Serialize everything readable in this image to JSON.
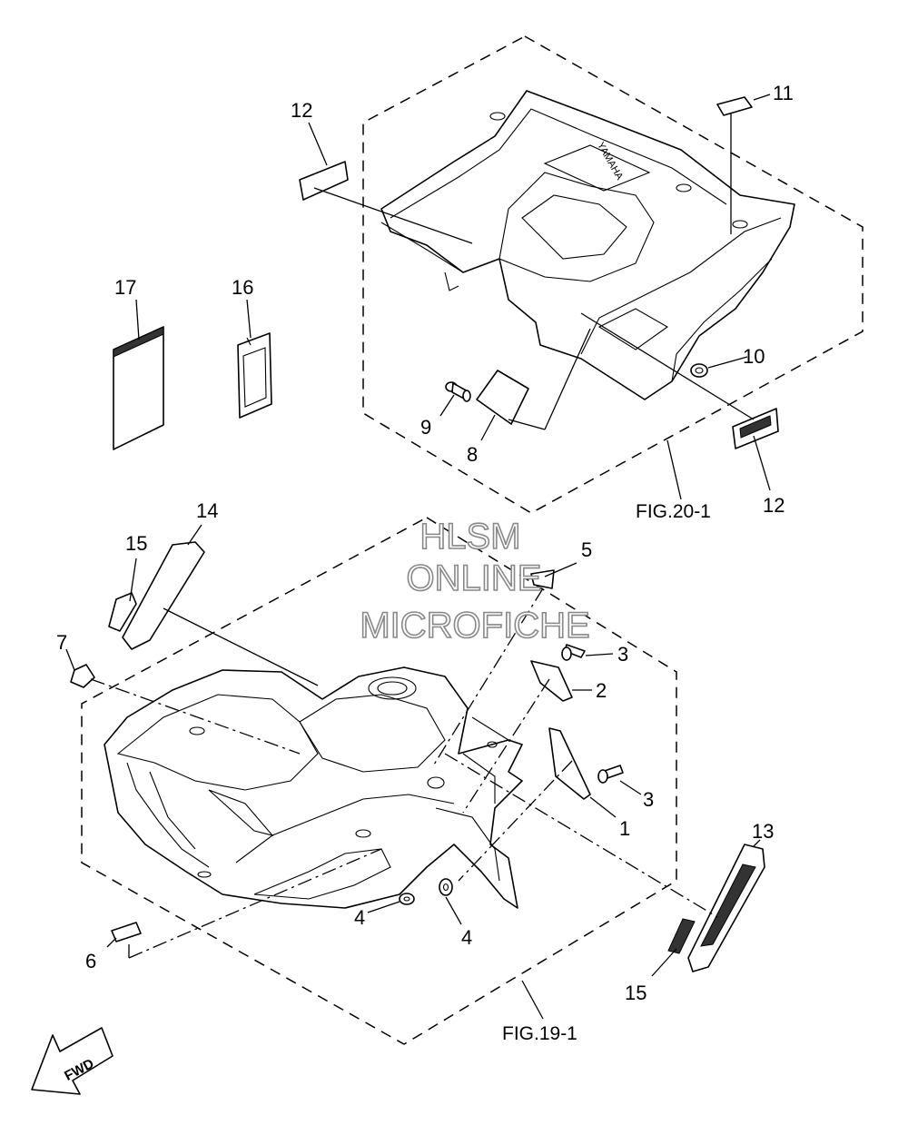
{
  "callouts": {
    "c1": "1",
    "c2": "2",
    "c3a": "3",
    "c3b": "3",
    "c4a": "4",
    "c4b": "4",
    "c5": "5",
    "c6": "6",
    "c7": "7",
    "c8": "8",
    "c9": "9",
    "c10": "10",
    "c11": "11",
    "c12a": "12",
    "c12b": "12",
    "c13": "13",
    "c14": "14",
    "c15a": "15",
    "c15b": "15",
    "c16": "16",
    "c17": "17"
  },
  "figure_refs": {
    "rear": "FIG.20-1",
    "front": "FIG.19-1"
  },
  "watermark": {
    "line1": "HLSM",
    "line2": "ONLINE",
    "line3": "MICROFICHE"
  },
  "fender_brand": "YAMAHA",
  "fwd_label": "FWD",
  "colors": {
    "ink": "#000000",
    "watermark": "#888888",
    "background": "#ffffff"
  }
}
